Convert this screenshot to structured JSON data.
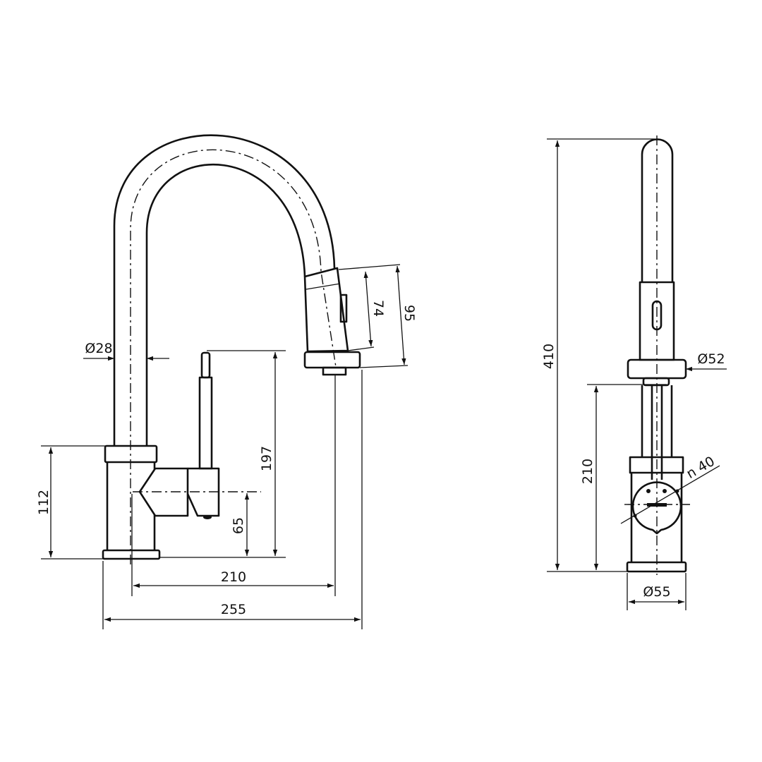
{
  "drawing": {
    "side_view": {
      "dimensions": {
        "tube_diameter": "Ø28",
        "body_height": "112",
        "lever_height": "197",
        "lever_axis_height": "65",
        "spout_reach": "210",
        "overall_depth": "255",
        "head_length": "74",
        "head_length_total": "95"
      }
    },
    "front_view": {
      "dimensions": {
        "overall_height": "410",
        "head_diameter": "Ø52",
        "spout_clearance": "210",
        "lever_diameter": "n 40",
        "base_diameter": "Ø55"
      }
    }
  }
}
